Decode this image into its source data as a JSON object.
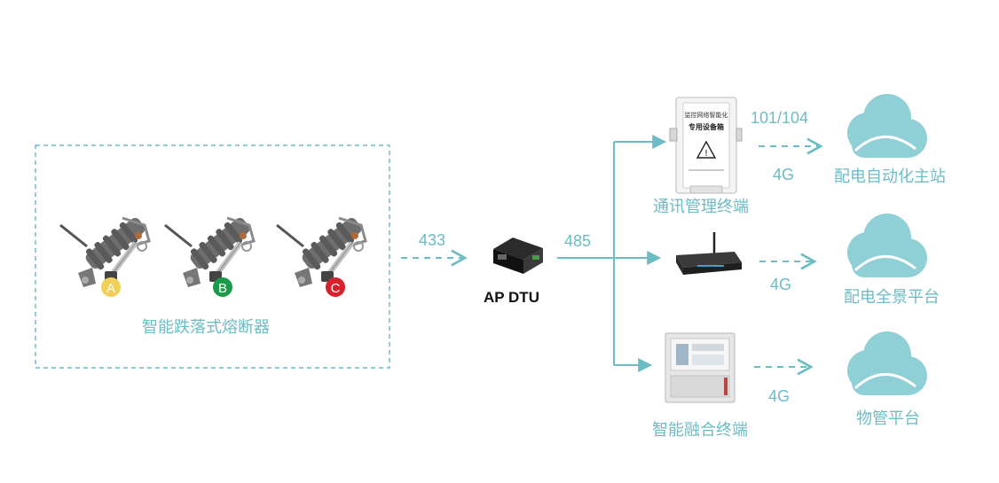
{
  "group": {
    "label": "智能跌落式熔断器"
  },
  "phases": [
    {
      "letter": "A",
      "color": "#f2cf56"
    },
    {
      "letter": "B",
      "color": "#1a9a4a"
    },
    {
      "letter": "C",
      "color": "#d8212a"
    }
  ],
  "dtu": {
    "label": "AP DTU"
  },
  "links": {
    "wireless": "433",
    "serial": "485"
  },
  "devices": [
    {
      "name": "通讯管理终端",
      "box_line1": "监控网络智能化",
      "box_line2": "专用设备箱"
    },
    {
      "name": ""
    },
    {
      "name": "智能融合终端"
    }
  ],
  "uplinks": [
    {
      "protocol": "101/104",
      "network": "4G",
      "platform": "配电自动化主站"
    },
    {
      "network": "4G",
      "platform": "配电全景平台"
    },
    {
      "network": "4G",
      "platform": "物管平台"
    }
  ],
  "colors": {
    "line": "#6cbcc4",
    "cloud": "#8fcfd6"
  }
}
